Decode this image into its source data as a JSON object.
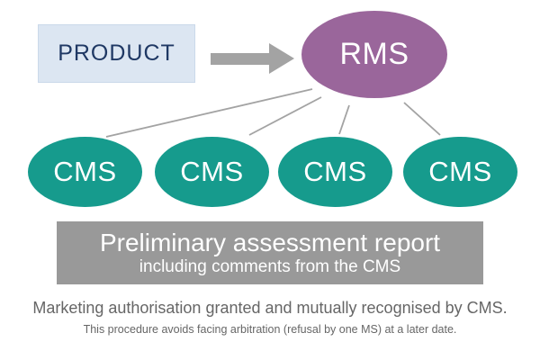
{
  "colors": {
    "background": "#ffffff",
    "product_box_bg": "#dce6f2",
    "product_text": "#1f3864",
    "rms_fill": "#9a669b",
    "cms_fill": "#169b8d",
    "node_text": "#ffffff",
    "arrow": "#a3a3a3",
    "connector": "#a3a3a3",
    "report_box_bg": "#999999",
    "report_text": "#ffffff",
    "footer_text": "#666666"
  },
  "nodes": {
    "product": "PRODUCT",
    "rms": "RMS",
    "cms": [
      "CMS",
      "CMS",
      "CMS",
      "CMS"
    ]
  },
  "report": {
    "title": "Preliminary assessment report",
    "subtitle": "including comments from the CMS"
  },
  "footer": {
    "line1": "Marketing authorisation granted and mutually recognised by CMS.",
    "line2": "This procedure avoids facing arbitration (refusal by one MS) at a later date."
  }
}
